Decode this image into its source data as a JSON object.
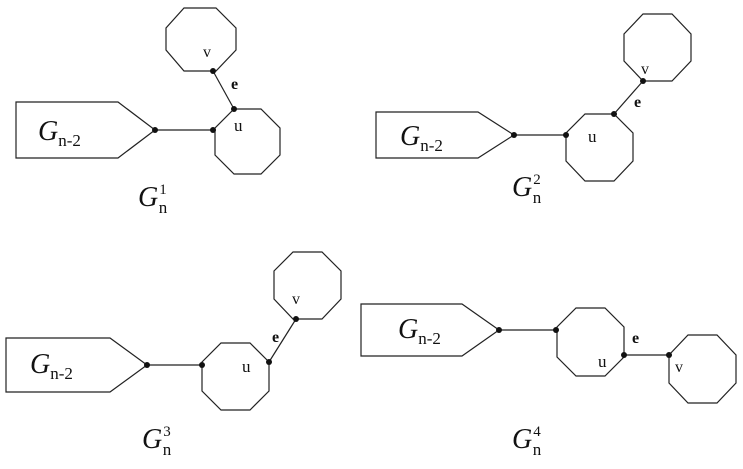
{
  "colors": {
    "stroke": "#222222",
    "background": "#ffffff"
  },
  "block_label": {
    "main": "G",
    "sub": "n-2"
  },
  "graphs": [
    {
      "id": "g1",
      "vertex_u": "u",
      "vertex_v": "v",
      "edge_e": "e",
      "caption": {
        "main": "G",
        "sub": "n",
        "sup": "1"
      }
    },
    {
      "id": "g2",
      "vertex_u": "u",
      "vertex_v": "v",
      "edge_e": "e",
      "caption": {
        "main": "G",
        "sub": "n",
        "sup": "2"
      }
    },
    {
      "id": "g3",
      "vertex_u": "u",
      "vertex_v": "v",
      "edge_e": "e",
      "caption": {
        "main": "G",
        "sub": "n",
        "sup": "3"
      }
    },
    {
      "id": "g4",
      "vertex_u": "u",
      "vertex_v": "v",
      "edge_e": "e",
      "caption": {
        "main": "G",
        "sub": "n",
        "sup": "4"
      }
    }
  ]
}
